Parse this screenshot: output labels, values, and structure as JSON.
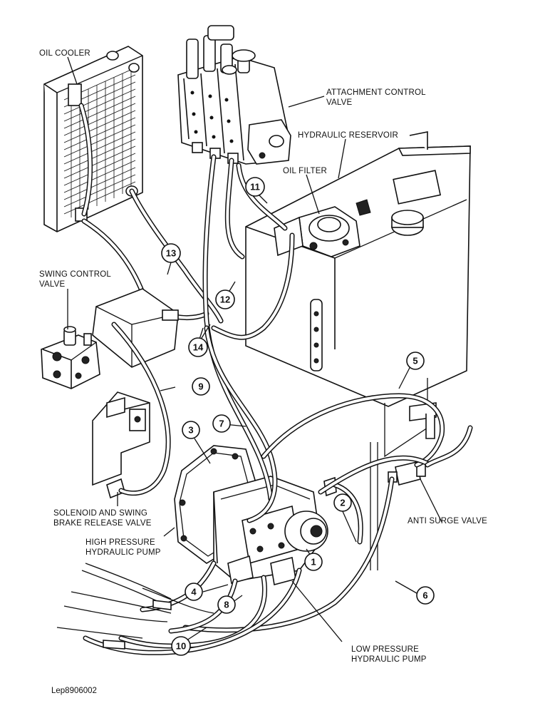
{
  "labels": {
    "oil_cooler": "OIL COOLER",
    "attachment_control_valve_1": "ATTACHMENT CONTROL",
    "attachment_control_valve_2": "VALVE",
    "hydraulic_reservoir": "HYDRAULIC RESERVOIR",
    "oil_filter": "OIL FILTER",
    "swing_control_valve_1": "SWING CONTROL",
    "swing_control_valve_2": "VALVE",
    "solenoid_valve_1": "SOLENOID AND SWING",
    "solenoid_valve_2": "BRAKE RELEASE VALVE",
    "high_pressure_pump_1": "HIGH PRESSURE",
    "high_pressure_pump_2": "HYDRAULIC PUMP",
    "anti_surge_valve": "ANTI SURGE VALVE",
    "low_pressure_pump_1": "LOW PRESSURE",
    "low_pressure_pump_2": "HYDRAULIC PUMP"
  },
  "callouts": {
    "c1": "1",
    "c2": "2",
    "c3": "3",
    "c4": "4",
    "c5": "5",
    "c6": "6",
    "c7": "7",
    "c8": "8",
    "c9": "9",
    "c10": "10",
    "c11": "11",
    "c12": "12",
    "c13": "13",
    "c14": "14"
  },
  "drawing_code": "Lep8906002"
}
